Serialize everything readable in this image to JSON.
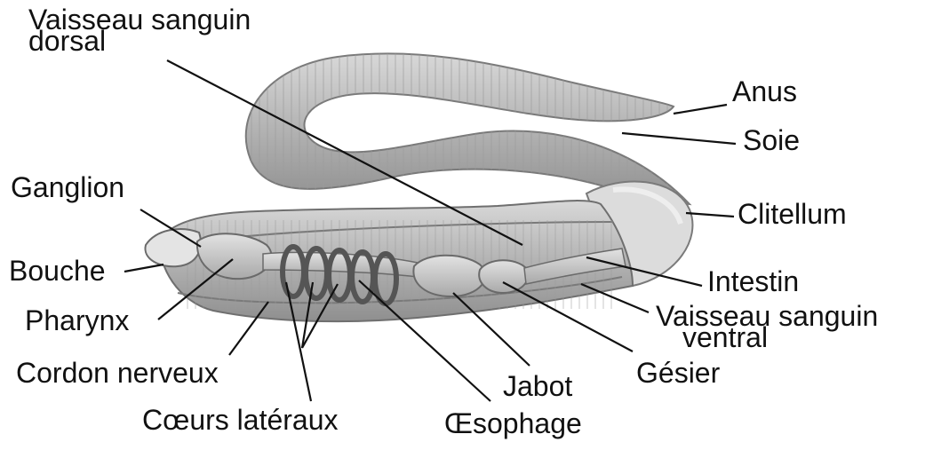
{
  "labels": {
    "vaisseau_dorsal_l1": "Vaisseau sanguin",
    "vaisseau_dorsal_l2": "dorsal",
    "anus": "Anus",
    "soie": "Soie",
    "ganglion": "Ganglion",
    "clitellum": "Clitellum",
    "bouche": "Bouche",
    "intestin": "Intestin",
    "pharynx": "Pharynx",
    "vaisseau_ventral_l1": "Vaisseau sanguin",
    "vaisseau_ventral_l2": "ventral",
    "cordon": "Cordon nerveux",
    "jabot": "Jabot",
    "gesier": "Gésier",
    "coeurs": "Cœurs latéraux",
    "oesophage": "Œsophage"
  },
  "colors": {
    "body_fill": "#bdbdbd",
    "body_dark": "#8a8a8a",
    "organ_fill": "#cfcfcf",
    "line": "#111111"
  }
}
